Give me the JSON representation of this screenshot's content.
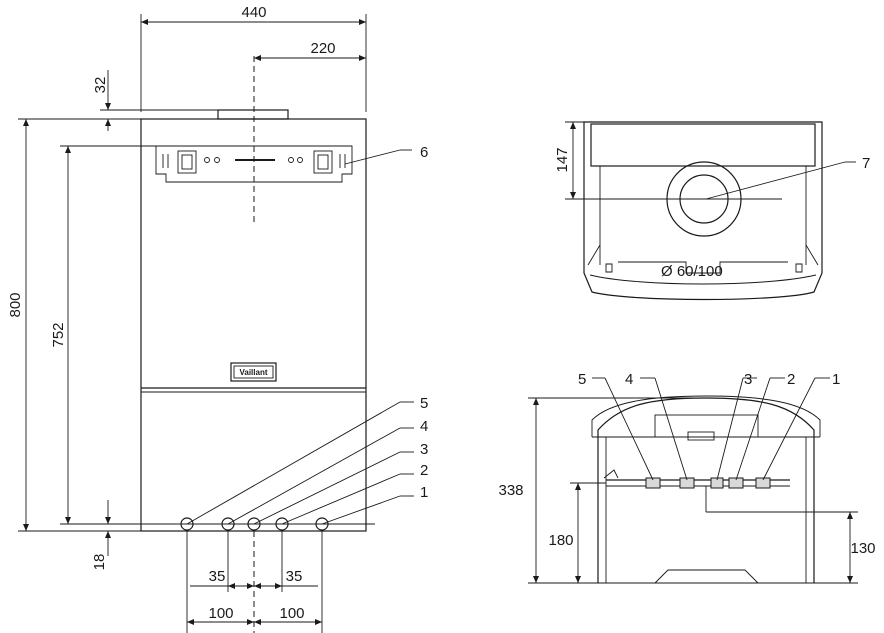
{
  "front_view": {
    "dims": {
      "width": "440",
      "half_width": "220",
      "top_offset": "32",
      "height": "800",
      "height_inner": "752",
      "bottom_offset": "18",
      "pipe_spacing_left": "35",
      "pipe_spacing_right": "35",
      "pipe_outer_left": "100",
      "pipe_outer_right": "100"
    },
    "callouts": [
      "6",
      "5",
      "4",
      "3",
      "2",
      "1"
    ],
    "logo_text": "Vaillant"
  },
  "top_view": {
    "dims": {
      "depth": "147",
      "flue": "Ø 60/100"
    },
    "callouts": [
      "7"
    ]
  },
  "side_view": {
    "dims": {
      "depth": "338",
      "pipe_height": "180",
      "pipe_height_right": "130"
    },
    "callouts": [
      "5",
      "4",
      "3",
      "2",
      "1"
    ]
  }
}
